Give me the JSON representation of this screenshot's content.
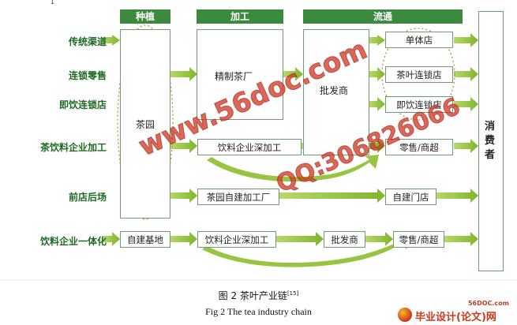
{
  "header_tick": "1",
  "columns": {
    "plant": "种植",
    "process": "加工",
    "circulate": "流通"
  },
  "rows": [
    "传统渠道",
    "连锁零售",
    "即饮连锁店",
    "茶饮料企业加工",
    "前店后场",
    "饮料企业一体化"
  ],
  "boxes": {
    "tea_garden": "茶园",
    "refined_factory": "精制茶厂",
    "wholesaler": "批发商",
    "single_store": "单体店",
    "chain_store": "茶叶连锁店",
    "rtd_chain": "即饮连锁店",
    "deep_processing": "饮料企业深加工",
    "retail_super": "零售/商超",
    "garden_self_process": "茶园自建加工厂",
    "own_store": "自建门店",
    "own_base": "自建基地",
    "beverage_deep": "饮料企业深加工",
    "wholesaler2": "批发商",
    "retail_super2": "零售/商超",
    "consumer": "消费者"
  },
  "watermarks": {
    "site": "www.56doc.com",
    "qq": "QQ:306826066"
  },
  "caption": {
    "cn": "图 2  茶叶产业链",
    "cn_ref": "[15]",
    "en": "Fig 2 The tea industry chain"
  },
  "logo": {
    "top": "56DOC.com",
    "text": "毕业设计(论文)网"
  },
  "colors": {
    "header_green": "#3c8a3e",
    "arrow_green": "#8dbe2c",
    "text_green": "#1f6a23",
    "oval_orange": "#c8874a",
    "watermark_red": "#d23c28"
  }
}
